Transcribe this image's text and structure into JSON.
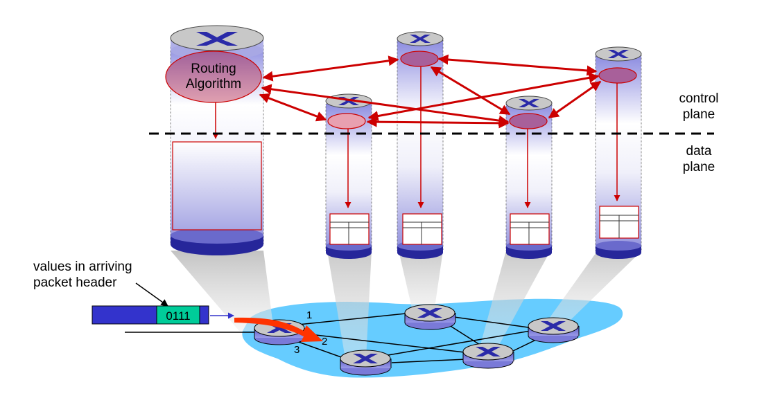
{
  "labels": {
    "routing_algorithm_line1": "Routing",
    "routing_algorithm_line2": "Algorithm",
    "control_plane_line1": "control",
    "control_plane_line2": "plane",
    "data_plane_line1": "data",
    "data_plane_line2": "plane",
    "packet_caption_line1": "values in arriving",
    "packet_caption_line2": "packet header",
    "header_value": "0111",
    "port_1": "1",
    "port_2": "2",
    "port_3": "3"
  },
  "colors": {
    "arrow_red": "#cc0000",
    "forward_arrow": "#ff3300",
    "packet_body": "#3333cc",
    "packet_header": "#00cc99",
    "network_blob": "#66ccff",
    "router_top": "#c8c8c8",
    "router_x": "#2a2aa8",
    "router_side": "#6a6ad0",
    "column_blue": "#9d9de6",
    "column_base": "#26269a",
    "control_ellipse": "#b06090"
  },
  "routers": [
    {
      "id": "router-a",
      "role": "ingress",
      "has_table": false,
      "label": "routing-algorithm"
    },
    {
      "id": "router-b",
      "role": "core",
      "has_table": true
    },
    {
      "id": "router-c",
      "role": "core",
      "has_table": true
    },
    {
      "id": "router-d",
      "role": "core",
      "has_table": true
    },
    {
      "id": "router-e",
      "role": "core",
      "has_table": true
    }
  ]
}
